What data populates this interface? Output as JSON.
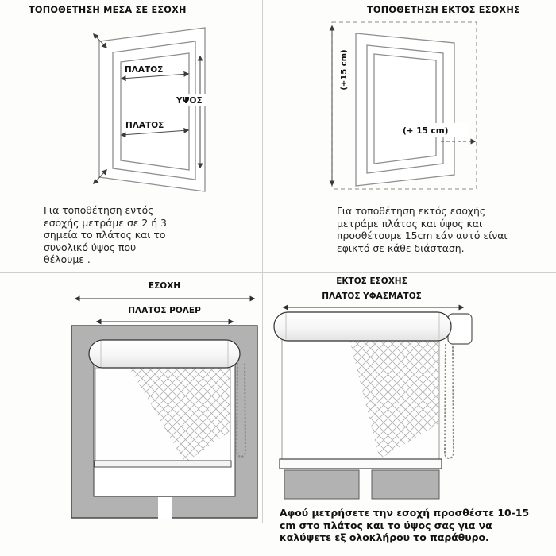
{
  "page": {
    "background": "#fdfdfb",
    "divider_color": "#cfcfcf"
  },
  "top_left": {
    "title": "ΤΟΠΟΘΕΤΗΣΗ ΜΕΣΑ ΣΕ ΕΣΟΧΗ",
    "labels": {
      "width_top": "ΠΛΑΤΟΣ",
      "width_bottom": "ΠΛΑΤΟΣ",
      "height": "ΥΨΟΣ"
    },
    "caption": "Για τοποθέτηση εντός εσοχής μετράμε σε 2 ή 3 σημεία το πλάτος και το συνολικό ύψος που θέλουμε ."
  },
  "top_right": {
    "title": "ΤΟΠΟΘΕΤΗΣΗ ΕΚΤΟΣ ΕΣΟΧΗΣ",
    "labels": {
      "height_add": "(+15 cm)",
      "width_add": "(+ 15 cm)"
    },
    "caption": "Για τοποθέτηση εκτός εσοχής μετράμε πλάτος και ύψος και προσθέτουμε 15cm εάν αυτό είναι εφικτό σε κάθε διάσταση."
  },
  "bottom_left": {
    "labels": {
      "recess": "ΕΣΟΧΗ",
      "roller_width": "ΠΛΑΤΟΣ ΡΟΛΕΡ"
    }
  },
  "bottom_right": {
    "title": "ΕΚΤΟΣ ΕΣΟΧΗΣ",
    "labels": {
      "fabric_width": "ΠΛΑΤΟΣ ΥΦΑΣΜΑΤΟΣ"
    },
    "caption": "Αφού μετρήσετε την εσοχή προσθέστε 10-15 cm στο πλάτος και το ύψος σας για να καλύψετε εξ ολοκλήρου το παράθυρο."
  },
  "colors": {
    "frame_gray": "#b2b2b2",
    "line_gray": "#8f8f8f",
    "text": "#1c1c1c"
  }
}
